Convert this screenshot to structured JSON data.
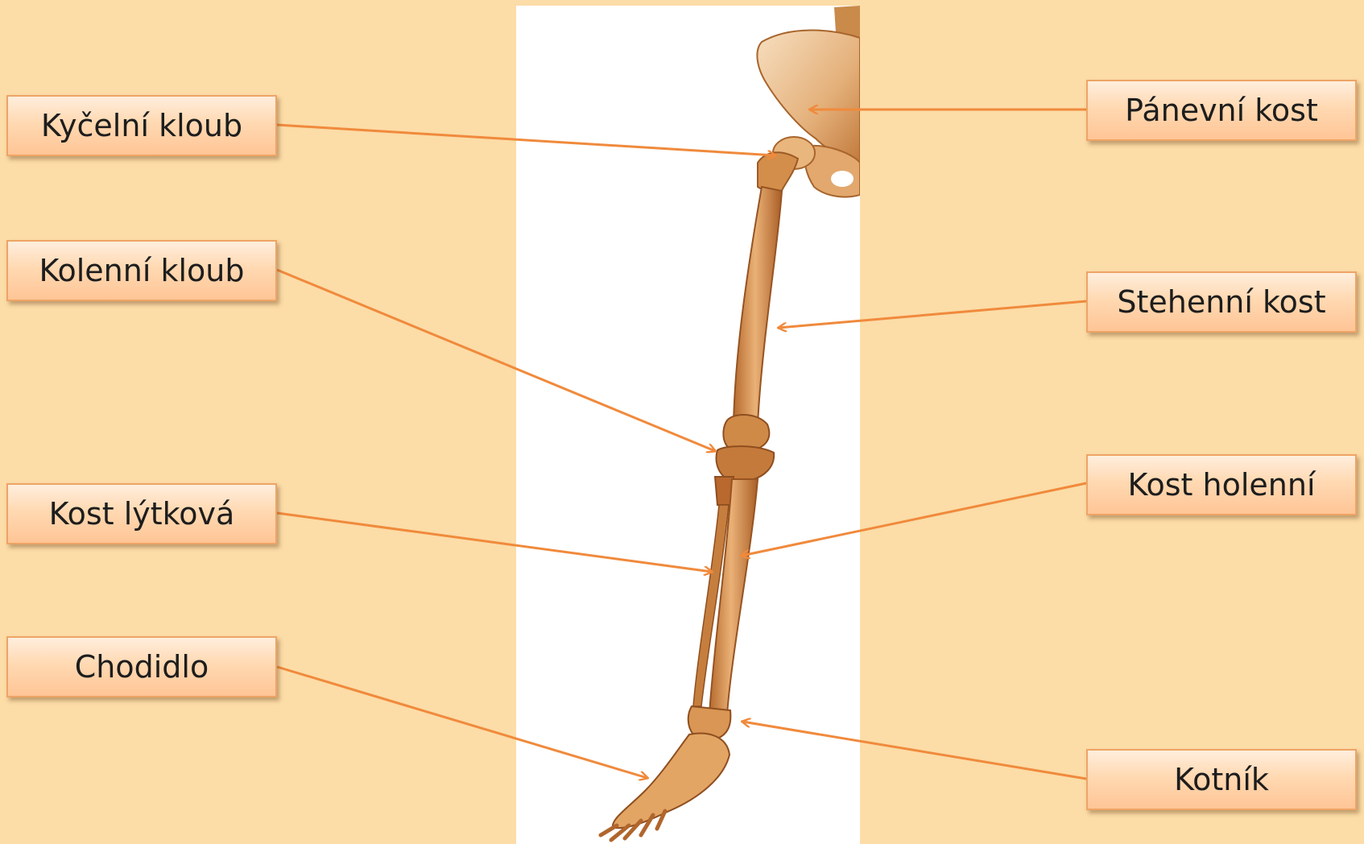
{
  "labels": {
    "hip_joint": "Kyčelní kloub",
    "knee_joint": "Kolenní kloub",
    "fibula": "Kost lýtková",
    "foot": "Chodidlo",
    "pelvis": "Pánevní kost",
    "femur": "Stehenní kost",
    "tibia": "Kost holenní",
    "ankle": "Kotník"
  },
  "colors": {
    "background": "#fcdca7",
    "arrow": "#f08a3c",
    "label_border": "#eea465",
    "bone": "#d8914a"
  }
}
